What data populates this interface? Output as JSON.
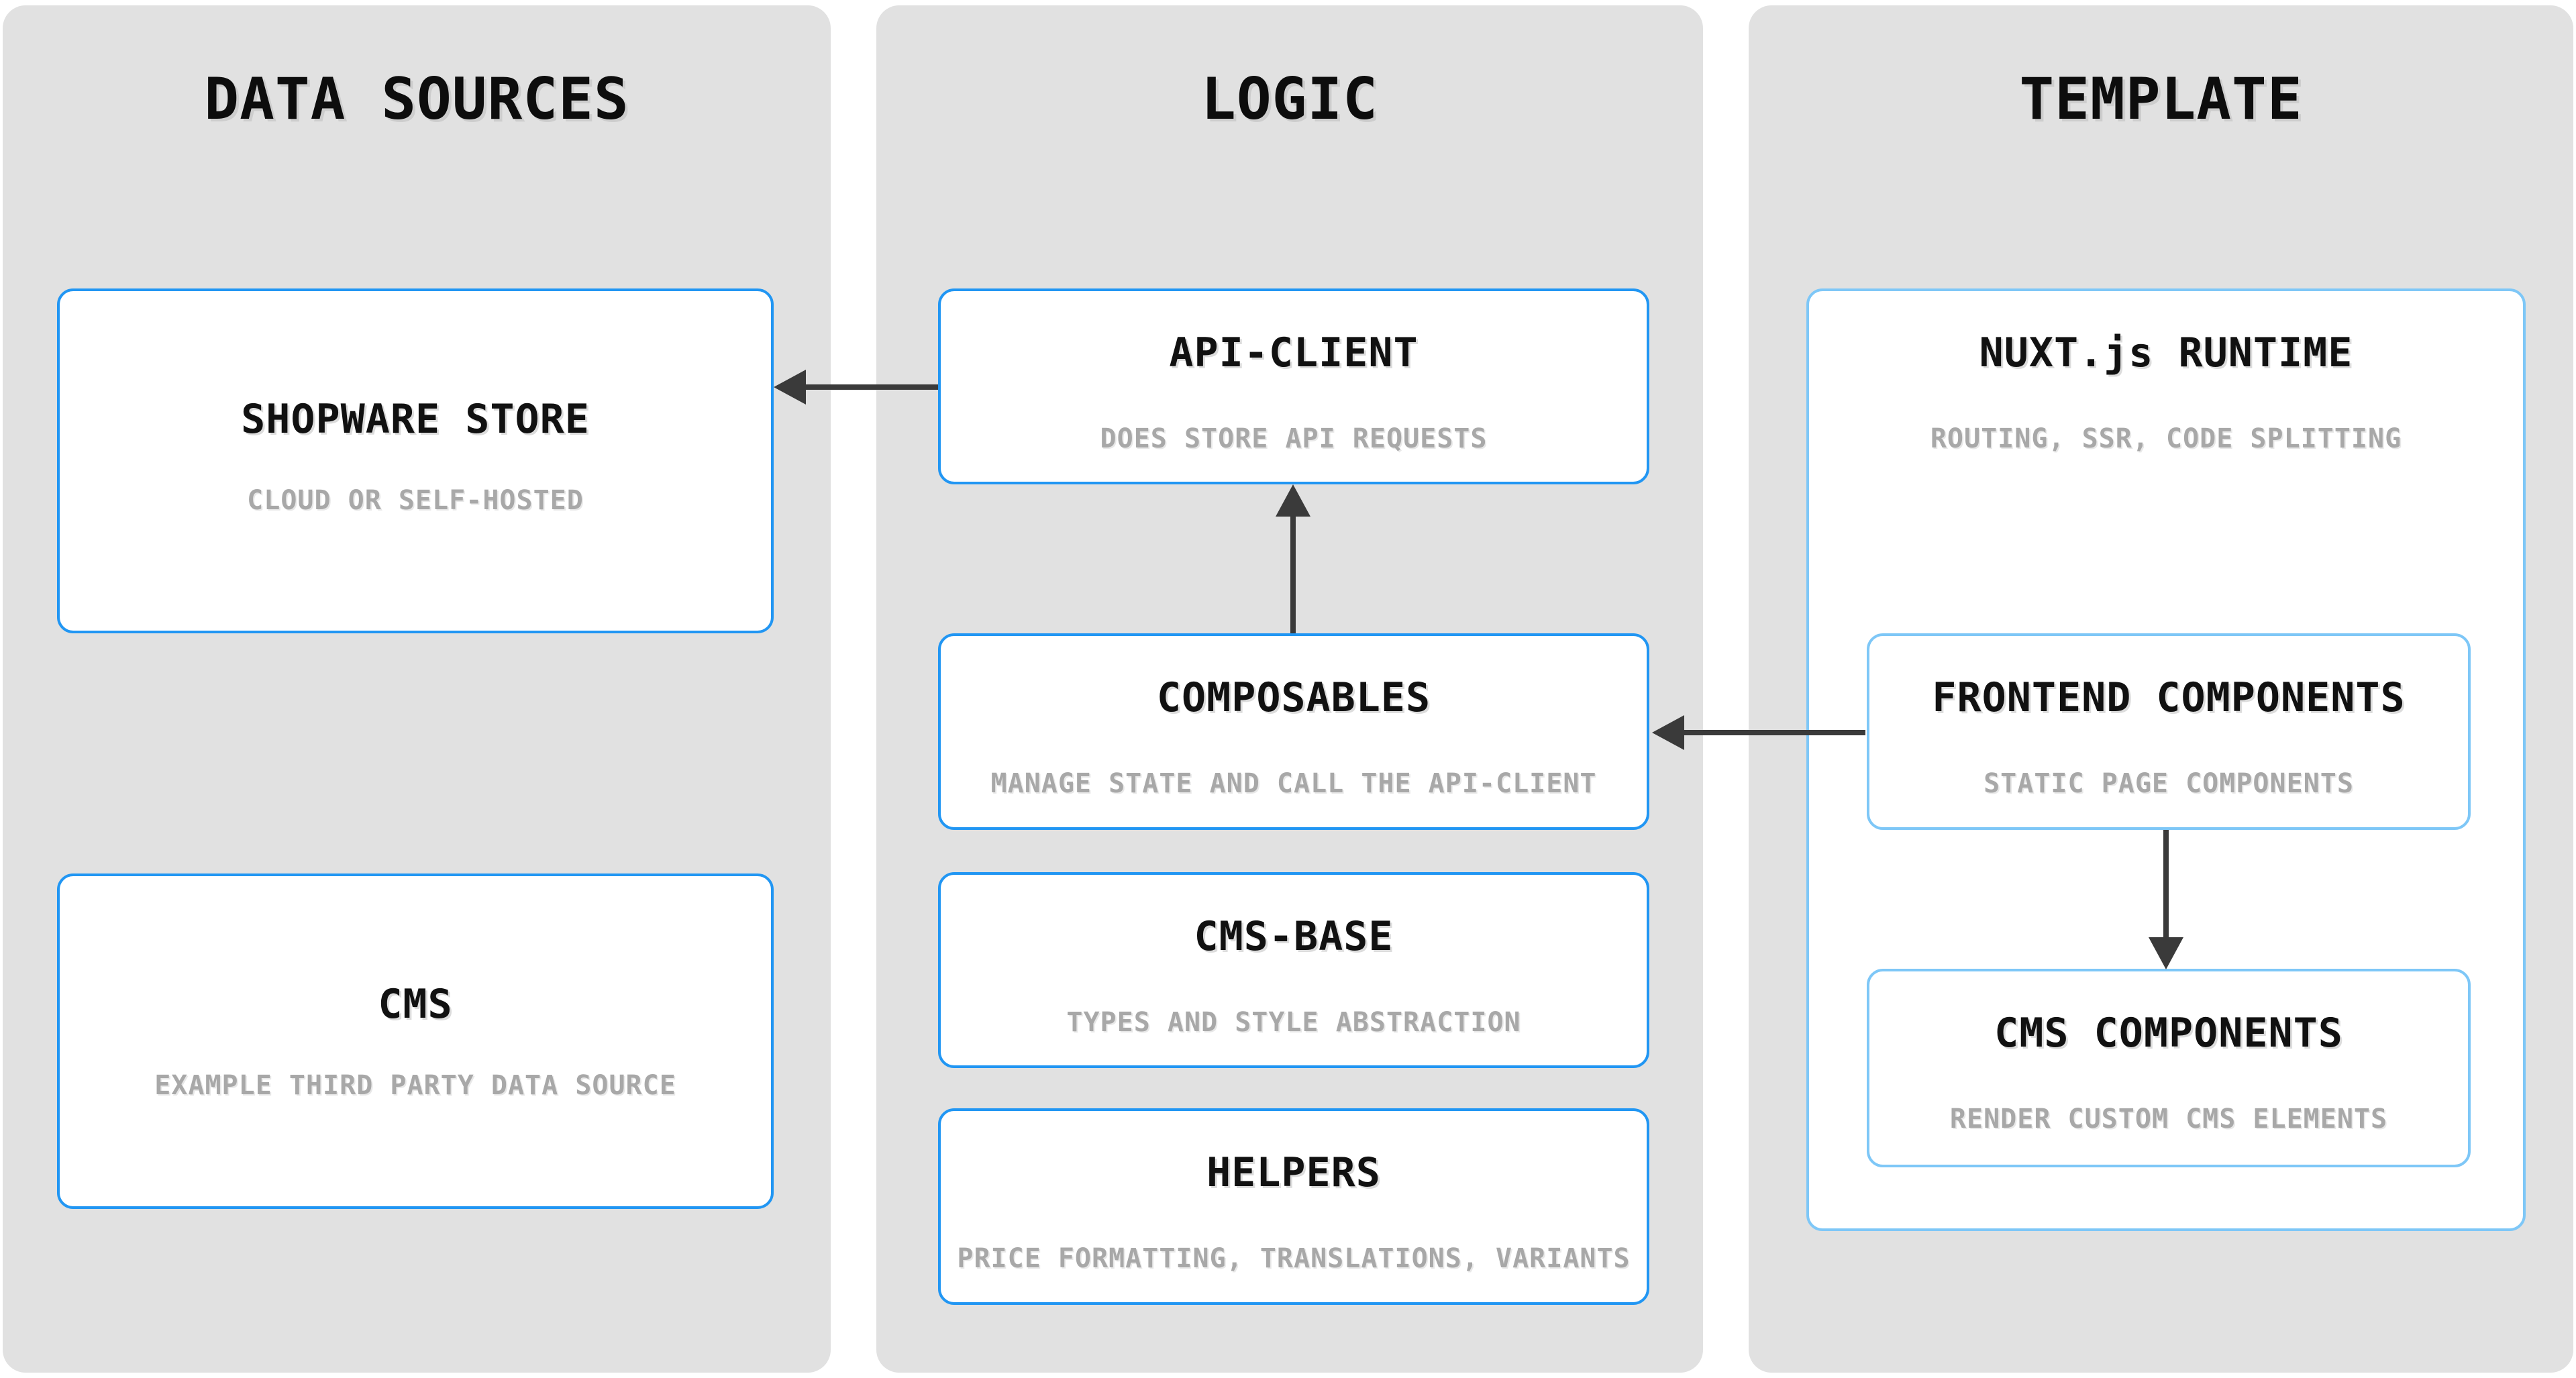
{
  "diagram": {
    "columns": [
      {
        "title": "DATA SOURCES",
        "boxes": [
          {
            "title": "SHOPWARE STORE",
            "subtitle": "CLOUD OR SELF-HOSTED"
          },
          {
            "title": "CMS",
            "subtitle": "EXAMPLE THIRD PARTY DATA SOURCE"
          }
        ]
      },
      {
        "title": "LOGIC",
        "boxes": [
          {
            "title": "API-CLIENT",
            "subtitle": "DOES STORE API REQUESTS"
          },
          {
            "title": "COMPOSABLES",
            "subtitle": "MANAGE STATE AND CALL THE API-CLIENT"
          },
          {
            "title": "CMS-BASE",
            "subtitle": "TYPES AND STYLE ABSTRACTION"
          },
          {
            "title": "HELPERS",
            "subtitle": "PRICE FORMATTING, TRANSLATIONS, VARIANTS"
          }
        ]
      },
      {
        "title": "TEMPLATE",
        "boxes": [
          {
            "title": "NUXT.js RUNTIME",
            "subtitle": "ROUTING, SSR, CODE SPLITTING"
          },
          {
            "title": "FRONTEND COMPONENTS",
            "subtitle": "STATIC PAGE COMPONENTS"
          },
          {
            "title": "CMS COMPONENTS",
            "subtitle": "RENDER CUSTOM CMS ELEMENTS"
          }
        ]
      }
    ],
    "arrows": [
      {
        "name": "api-client-to-shopware-store",
        "direction": "left"
      },
      {
        "name": "composables-to-api-client",
        "direction": "up"
      },
      {
        "name": "frontend-components-to-composables",
        "direction": "left"
      },
      {
        "name": "frontend-components-to-cms-components",
        "direction": "down"
      }
    ],
    "colors": {
      "column_bg": "#e1e1e1",
      "box_bg": "#ffffff",
      "box_border_primary": "#2196f3",
      "box_border_light": "#7ec7f7",
      "arrow": "#3a3a3a",
      "title_text": "#111111",
      "subtitle_text": "#a8a8a8"
    }
  }
}
